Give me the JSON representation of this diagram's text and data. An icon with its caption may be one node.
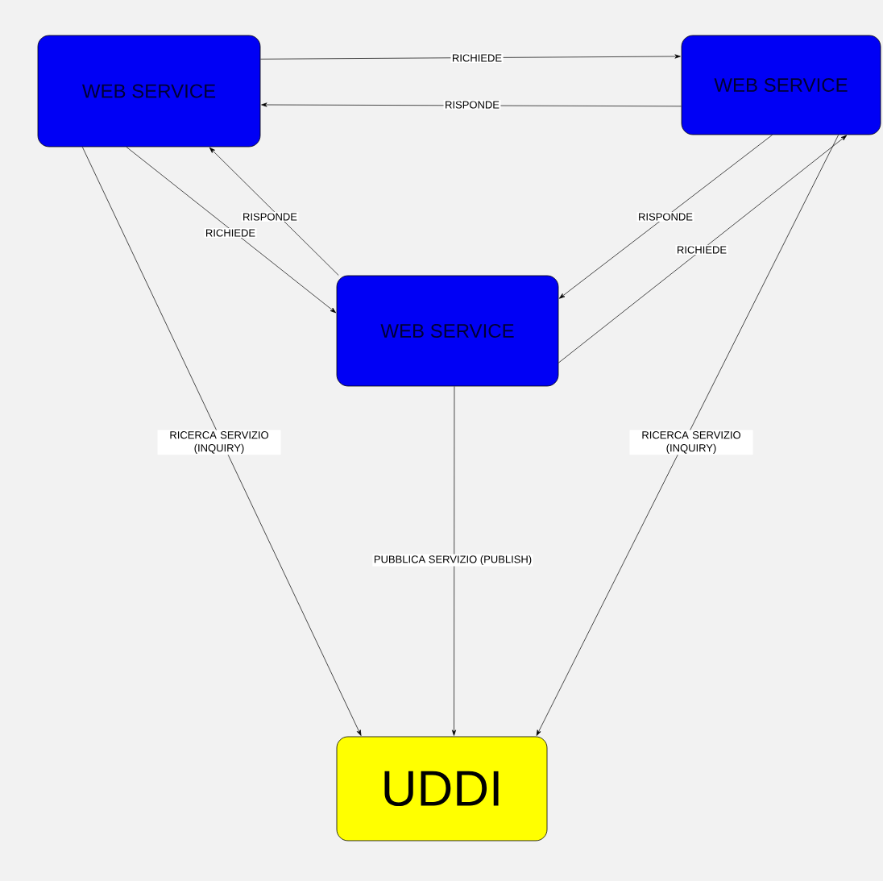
{
  "diagram": {
    "nodes": [
      {
        "text": [
          "WEB SERVICE"
        ]
      },
      {
        "text": [
          "WEB SERVICE"
        ]
      },
      {
        "text": [
          "WEB SERVICE"
        ]
      },
      {
        "text": [
          "UDDI"
        ]
      }
    ],
    "edges": [
      {
        "from": 0,
        "to": 1,
        "arrow": "to",
        "label": "RICHIEDE"
      },
      {
        "from": 1,
        "to": 0,
        "arrow": "to",
        "label": "RISPONDE"
      },
      {
        "from": 0,
        "to": 2,
        "arrow": "to",
        "label": "RICHIEDE"
      },
      {
        "from": 2,
        "to": 0,
        "arrow": "to",
        "label": "RISPONDE"
      },
      {
        "from": 1,
        "to": 2,
        "arrow": "to",
        "label": "RISPONDE"
      },
      {
        "from": 2,
        "to": 1,
        "arrow": "to",
        "label": "RICHIEDE"
      },
      {
        "from": 0,
        "to": 3,
        "arrow": "to",
        "label": "RICERCA SERVIZIO (INQUIRY)"
      },
      {
        "from": 1,
        "to": 3,
        "arrow": "to",
        "label": "RICERCA SERVIZIO (INQUIRY)"
      },
      {
        "from": 2,
        "to": 3,
        "arrow": "to",
        "label": "PUBBLICA SERVIZIO (PUBLISH)"
      }
    ]
  }
}
